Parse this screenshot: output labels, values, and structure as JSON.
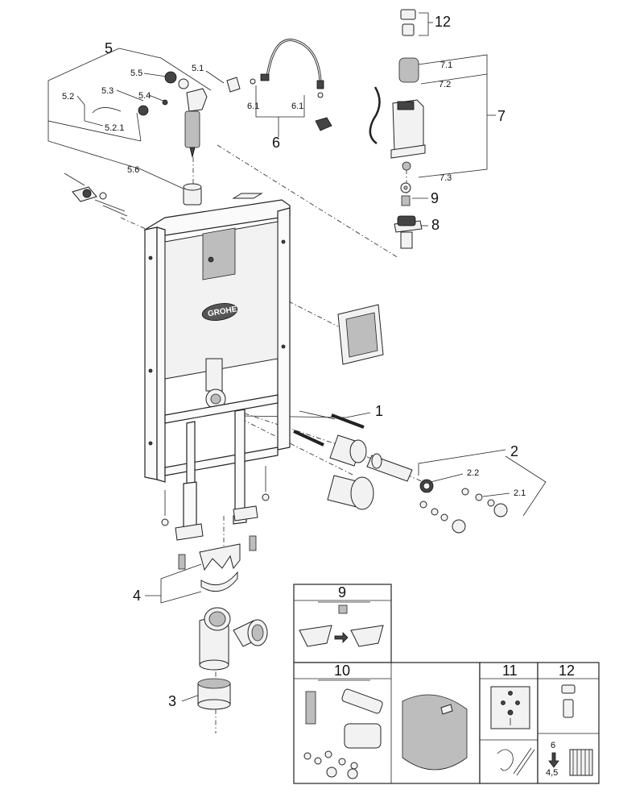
{
  "labels": {
    "p1": "1",
    "p2": "2",
    "p2_1": "2.1",
    "p2_2": "2.2",
    "p3": "3",
    "p4": "4",
    "p5": "5",
    "p5_1": "5.1",
    "p5_2": "5.2",
    "p5_2_1": "5.2.1",
    "p5_3": "5.3",
    "p5_4": "5.4",
    "p5_5": "5.5",
    "p5_6": "5.6",
    "p6": "6",
    "p6_1a": "6.1",
    "p6_1b": "6.1",
    "p7": "7",
    "p7_1": "7.1",
    "p7_2": "7.2",
    "p7_3": "7.3",
    "p8": "8",
    "p9": "9",
    "p12": "12"
  },
  "brand": "GROHE",
  "boxes": {
    "box9_title": "9",
    "box10_title": "10",
    "box11_title": "11",
    "box12_title": "12",
    "box12_num_top": "6",
    "box12_num_bottom": "4,5"
  },
  "colors": {
    "line": "#222222",
    "part_fill": "#f2f2f2",
    "dark_part": "#444444"
  }
}
